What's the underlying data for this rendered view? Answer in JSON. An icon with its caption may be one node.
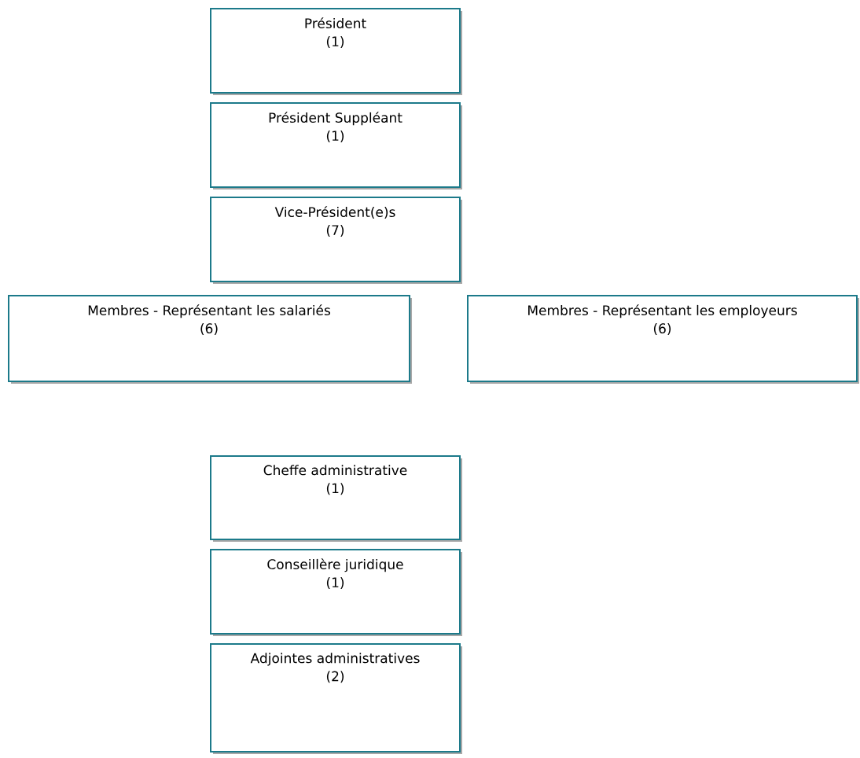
{
  "diagram": {
    "nodes": [
      {
        "text": [
          "Président",
          "(1)"
        ]
      },
      {
        "text": [
          "Président Suppléant",
          "(1)"
        ]
      },
      {
        "text": [
          "Vice-Président(e)s",
          "(7)"
        ]
      },
      {
        "text": [
          "Membres - Représentant les salariés",
          "(6)"
        ]
      },
      {
        "text": [
          "Membres - Représentant les employeurs",
          "(6)"
        ]
      },
      {
        "text": [
          "Cheffe administrative",
          "(1)"
        ]
      },
      {
        "text": [
          "Conseillère juridique",
          "(1)"
        ]
      },
      {
        "text": [
          "Adjointes administratives",
          "(2)"
        ]
      }
    ]
  }
}
